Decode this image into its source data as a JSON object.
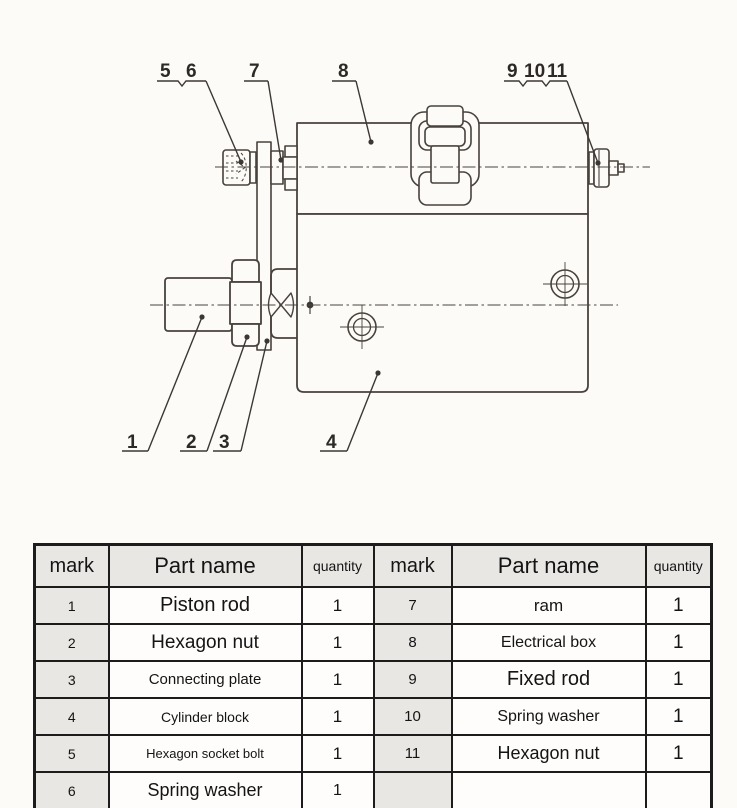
{
  "drawing": {
    "callouts": {
      "n1": "1",
      "n2": "2",
      "n3": "3",
      "n4": "4",
      "n5": "5",
      "n6": "6",
      "n7": "7",
      "n8": "8",
      "n9": "9",
      "n10": "10",
      "n11": "11"
    },
    "line_color": "#49423c",
    "centerline_color": "#4a443e"
  },
  "table": {
    "header": {
      "mark": "mark",
      "part": "Part name",
      "qty": "quantity"
    },
    "left_rows": [
      {
        "mark": "1",
        "part": "Piston rod",
        "qty": "1"
      },
      {
        "mark": "2",
        "part": "Hexagon nut",
        "qty": "1"
      },
      {
        "mark": "3",
        "part": "Connecting plate",
        "qty": "1"
      },
      {
        "mark": "4",
        "part": "Cylinder block",
        "qty": "1"
      },
      {
        "mark": "5",
        "part": "Hexagon socket bolt",
        "qty": "1"
      },
      {
        "mark": "6",
        "part": "Spring washer",
        "qty": "1"
      }
    ],
    "right_rows": [
      {
        "mark": "7",
        "part": "ram",
        "qty": "1"
      },
      {
        "mark": "8",
        "part": "Electrical box",
        "qty": "1"
      },
      {
        "mark": "9",
        "part": "Fixed rod",
        "qty": "1"
      },
      {
        "mark": "10",
        "part": "Spring washer",
        "qty": "1"
      },
      {
        "mark": "11",
        "part": "Hexagon nut",
        "qty": "1"
      },
      {
        "mark": "",
        "part": "",
        "qty": ""
      }
    ]
  }
}
